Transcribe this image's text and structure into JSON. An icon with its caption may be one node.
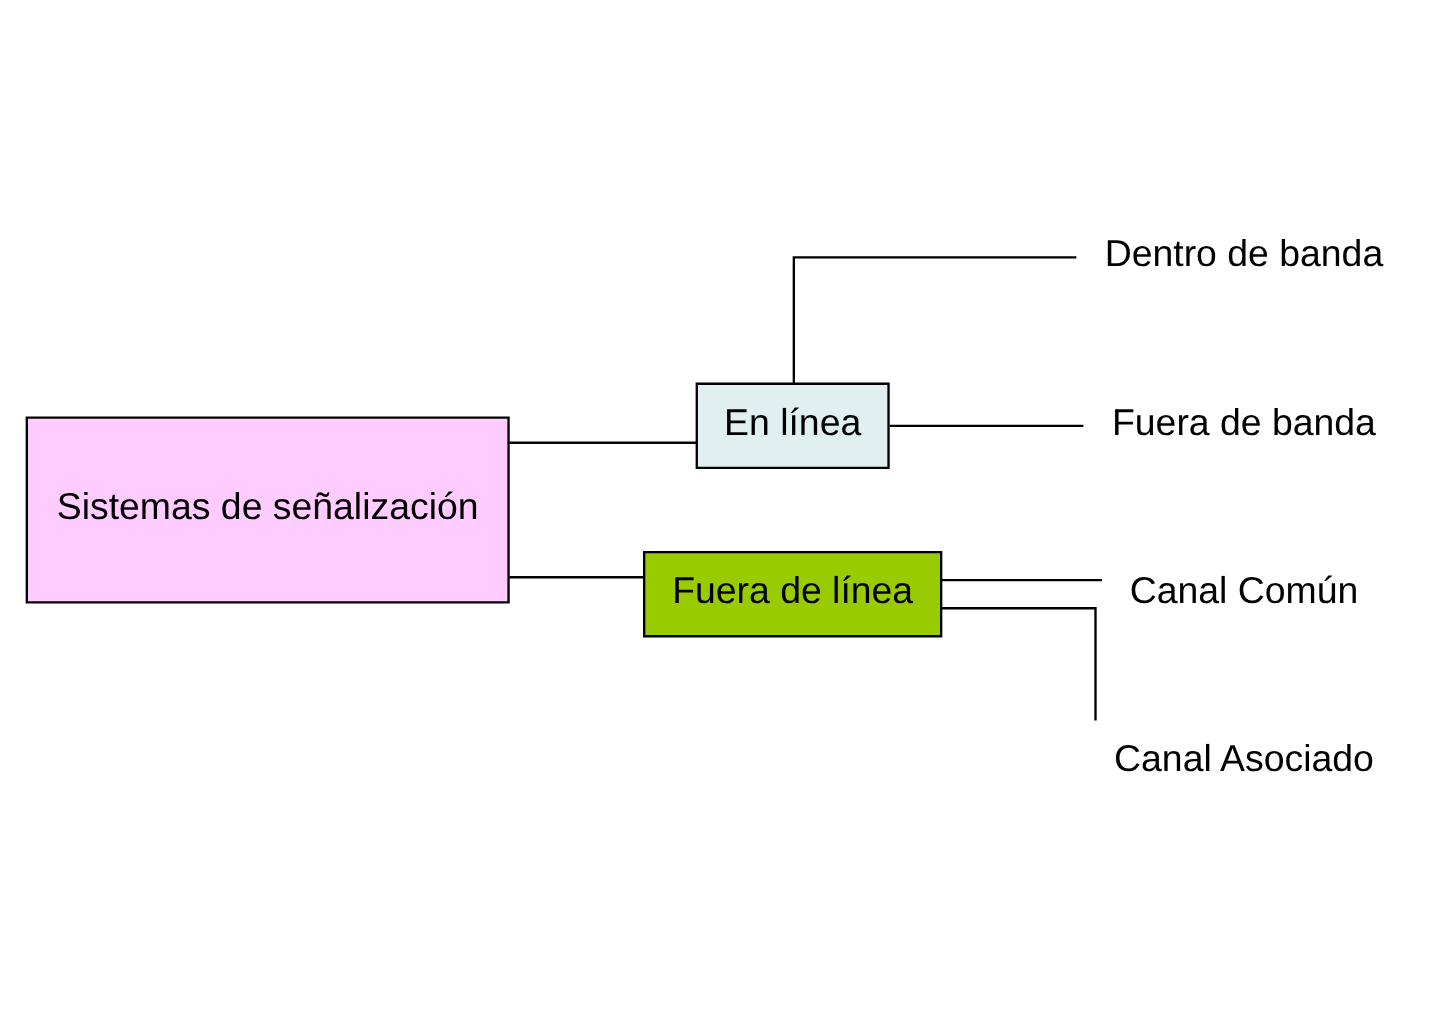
{
  "diagram": {
    "nodes": [
      {
        "text": [
          "Sistemas de señalización"
        ]
      },
      {
        "text": [
          "En línea"
        ]
      },
      {
        "text": [
          "Fuera de línea"
        ]
      },
      {
        "text": [
          "Dentro de banda"
        ]
      },
      {
        "text": [
          "Fuera de banda"
        ]
      },
      {
        "text": [
          "Canal Común"
        ]
      },
      {
        "text": [
          "Canal Asociado"
        ]
      }
    ],
    "edges": [
      {
        "from": 0,
        "to": 1,
        "arrow": "none"
      },
      {
        "from": 0,
        "to": 2,
        "arrow": "none"
      },
      {
        "from": 1,
        "to": 3,
        "arrow": "none"
      },
      {
        "from": 1,
        "to": 4,
        "arrow": "none"
      },
      {
        "from": 2,
        "to": 5,
        "arrow": "none"
      },
      {
        "from": 2,
        "to": 6,
        "arrow": "none"
      }
    ]
  }
}
